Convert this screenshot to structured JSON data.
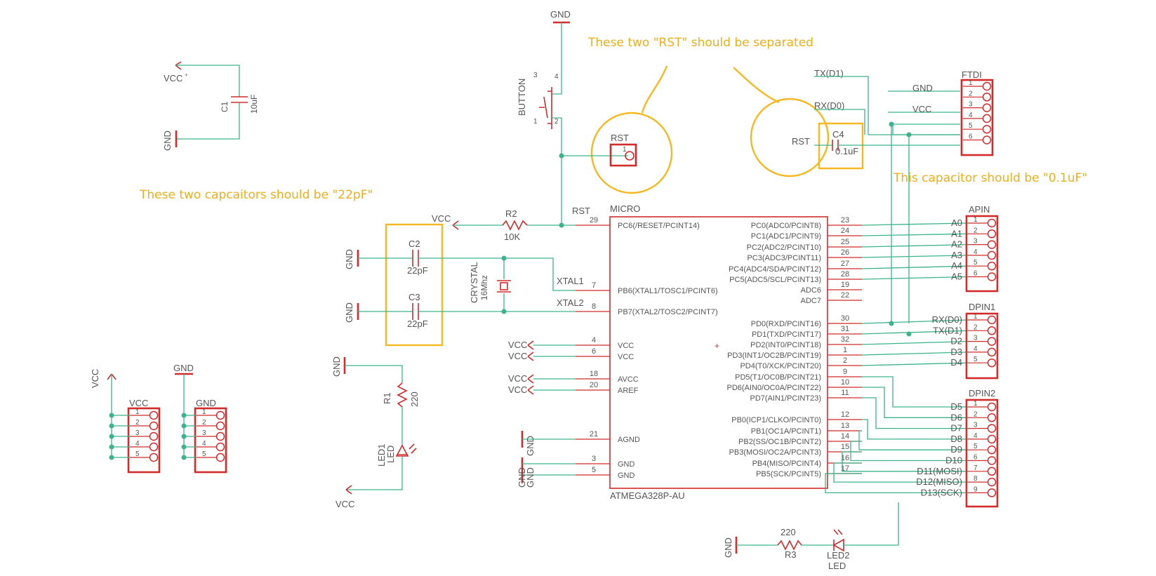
{
  "annotations": {
    "rst": "These two \"RST\" should be separated",
    "caps22": "These two capcaitors should be \"22pF\"",
    "cap01": "This capacitor should be \"0.1uF\""
  },
  "nets": {
    "vcc": "VCC",
    "gnd": "GND",
    "rst": "RST",
    "xtal1": "XTAL1",
    "xtal2": "XTAL2",
    "tx": "TX(D1)",
    "rx": "RX(D0)"
  },
  "parts": {
    "c1": {
      "name": "C1",
      "value": "10uF"
    },
    "c2": {
      "name": "C2",
      "value": "22pF"
    },
    "c3": {
      "name": "C3",
      "value": "22pF"
    },
    "c4": {
      "name": "C4",
      "value": "0.1uF"
    },
    "r1": {
      "name": "R1",
      "value": "220"
    },
    "r2": {
      "name": "R2",
      "value": "10K"
    },
    "r3": {
      "name": "R3",
      "value": "220"
    },
    "led1": {
      "name": "LED1",
      "alt": "LED"
    },
    "led2": {
      "name": "LED2",
      "alt": "LED"
    },
    "button": {
      "name": "BUTTON"
    },
    "crystal": {
      "name": "CRYSTAL",
      "value": "16Mhz"
    },
    "rst_header": {
      "name": "RST"
    },
    "vcc_header": {
      "name": "VCC"
    },
    "gnd_header": {
      "name": "GND"
    },
    "ftdi": {
      "name": "FTDI"
    },
    "apin": {
      "name": "APIN"
    },
    "dpin1": {
      "name": "DPIN1"
    },
    "dpin2": {
      "name": "DPIN2"
    }
  },
  "micro": {
    "label": "MICRO",
    "part": "ATMEGA328P-AU",
    "left_pins": [
      {
        "num": "29",
        "name": "PC6(/RESET/PCINT14)"
      },
      {
        "num": "7",
        "name": "PB6(XTAL1/TOSC1/PCINT6)"
      },
      {
        "num": "8",
        "name": "PB7(XTAL2/TOSC2/PCINT7)"
      },
      {
        "num": "4",
        "name": "VCC"
      },
      {
        "num": "6",
        "name": "VCC"
      },
      {
        "num": "18",
        "name": "AVCC"
      },
      {
        "num": "20",
        "name": "AREF"
      },
      {
        "num": "21",
        "name": "AGND"
      },
      {
        "num": "3",
        "name": "GND"
      },
      {
        "num": "5",
        "name": "GND"
      }
    ],
    "right_pins": [
      {
        "num": "23",
        "name": "PC0(ADC0/PCINT8)"
      },
      {
        "num": "24",
        "name": "PC1(ADC1/PCINT9)"
      },
      {
        "num": "25",
        "name": "PC2(ADC2/PCINT10)"
      },
      {
        "num": "26",
        "name": "PC3(ADC3/PCINT11)"
      },
      {
        "num": "27",
        "name": "PC4(ADC4/SDA/PCINT12)"
      },
      {
        "num": "28",
        "name": "PC5(ADC5/SCL/PCINT13)"
      },
      {
        "num": "19",
        "name": "ADC6"
      },
      {
        "num": "22",
        "name": "ADC7"
      },
      {
        "num": "30",
        "name": "PD0(RXD/PCINT16)"
      },
      {
        "num": "31",
        "name": "PD1(TXD/PCINT17)"
      },
      {
        "num": "32",
        "name": "PD2(INT0/PCINT18)"
      },
      {
        "num": "1",
        "name": "PD3(INT1/OC2B/PCINT19)"
      },
      {
        "num": "2",
        "name": "PD4(T0/XCK/PCINT20)"
      },
      {
        "num": "9",
        "name": "PD5(T1/OC0B/PCINT21)"
      },
      {
        "num": "10",
        "name": "PD6(AIN0/OC0A/PCINT22)"
      },
      {
        "num": "11",
        "name": "PD7(AIN1/PCINT23)"
      },
      {
        "num": "12",
        "name": "PB0(ICP1/CLKO/PCINT0)"
      },
      {
        "num": "13",
        "name": "PB1(OC1A/PCINT1)"
      },
      {
        "num": "14",
        "name": "PB2(SS/OC1B/PCINT2)"
      },
      {
        "num": "15",
        "name": "PB3(MOSI/OC2A/PCINT3)"
      },
      {
        "num": "16",
        "name": "PB4(MISO/PCINT4)"
      },
      {
        "num": "17",
        "name": "PB5(SCK/PCINT5)"
      }
    ]
  },
  "headers": {
    "pin_numbers_5": [
      "1",
      "2",
      "3",
      "4",
      "5"
    ],
    "pin_numbers_6": [
      "1",
      "2",
      "3",
      "4",
      "5",
      "6"
    ],
    "pin_numbers_9": [
      "1",
      "2",
      "3",
      "4",
      "5",
      "6",
      "7",
      "8",
      "9"
    ],
    "ftdi_labels": [
      "GND",
      "VCC"
    ],
    "apin_labels": [
      "A0",
      "A1",
      "A2",
      "A3",
      "A4",
      "A5"
    ],
    "dpin1_labels": [
      "RX(D0)",
      "TX(D1)",
      "D2",
      "D3",
      "D4"
    ],
    "dpin2_labels": [
      "D5",
      "D6",
      "D7",
      "D8",
      "D9",
      "D10",
      "D11(MOSI)",
      "D12(MISO)",
      "D13(SCK)"
    ]
  },
  "colors": {
    "wire": "#3cb38a",
    "part": "#d22b2b",
    "annotation": "#f0ad1a"
  }
}
